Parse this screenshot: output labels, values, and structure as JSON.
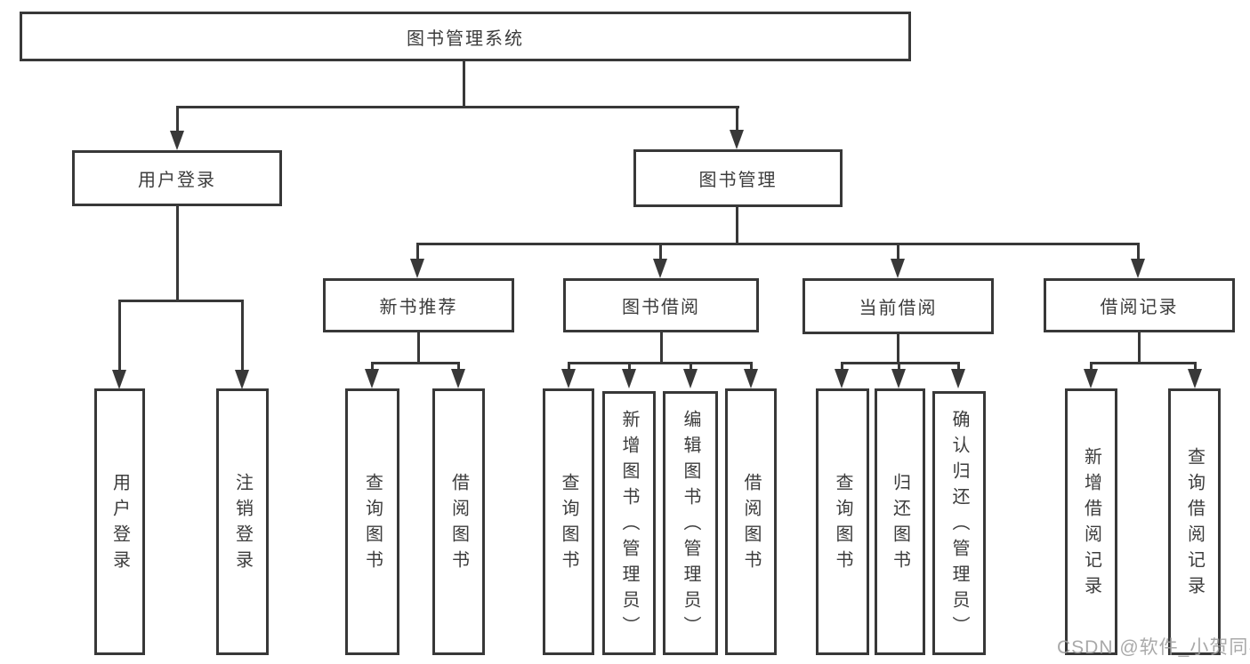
{
  "diagram_title": "图书管理系统",
  "tree": {
    "label": "图书管理系统",
    "children": [
      {
        "label": "用户登录",
        "children": [
          {
            "label": "用户登录"
          },
          {
            "label": "注销登录"
          }
        ]
      },
      {
        "label": "图书管理",
        "children": [
          {
            "label": "新书推荐",
            "children": [
              {
                "label": "查询图书"
              },
              {
                "label": "借阅图书"
              }
            ]
          },
          {
            "label": "图书借阅",
            "children": [
              {
                "label": "查询图书"
              },
              {
                "label": "新增图书（管理员）"
              },
              {
                "label": "编辑图书（管理员）"
              },
              {
                "label": "借阅图书"
              }
            ]
          },
          {
            "label": "当前借阅",
            "children": [
              {
                "label": "查询图书"
              },
              {
                "label": "归还图书"
              },
              {
                "label": "确认归还（管理员）"
              }
            ]
          },
          {
            "label": "借阅记录",
            "children": [
              {
                "label": "新增借阅记录"
              },
              {
                "label": "查询借阅记录"
              }
            ]
          }
        ]
      }
    ]
  },
  "watermark": {
    "text": "CSDN @软件_小贺同学"
  },
  "colors": {
    "line": "#383838",
    "text": "#3c3c3c",
    "background": "#ffffff",
    "watermark": "#a0a0a0"
  }
}
